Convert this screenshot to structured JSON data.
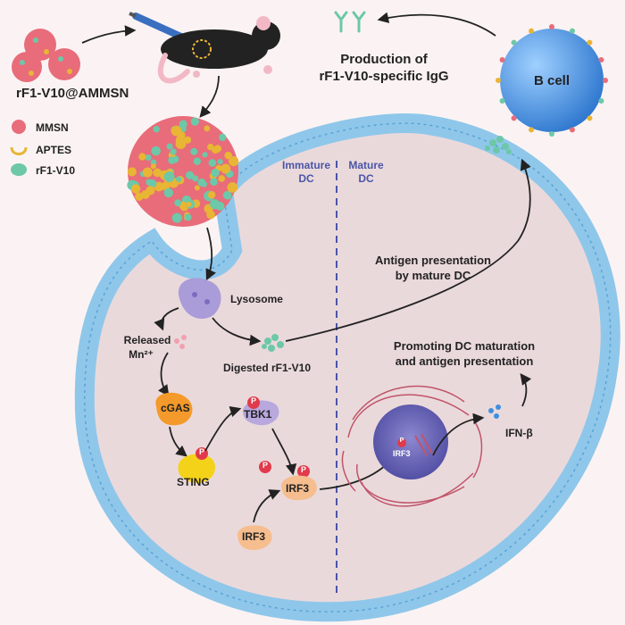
{
  "colors": {
    "background": "#fbf3f3",
    "cell_fill": "#ead9db",
    "membrane": "#8fc7ea",
    "mmsn": "#e86c7a",
    "aptes": "#e8b535",
    "rf1v10": "#6cc8a8",
    "b_cell": "#3f8fe0",
    "arrow": "#222222",
    "divider": "#4a55a8",
    "phospho": "#e23a4a"
  },
  "icons": [
    "syringe-icon",
    "mouse-icon",
    "nanoparticle-icon",
    "lysosome-icon",
    "b-cell-icon",
    "antibody-icon",
    "nucleus-icon",
    "phospho-icon"
  ],
  "text": {
    "nanoparticle_name": "rF1-V10@AMMSN",
    "igg_production": [
      "Production of",
      "rF1-V10-specific IgG"
    ],
    "b_cell": "B cell",
    "immature_dc": [
      "Immature",
      "DC"
    ],
    "mature_dc": [
      "Mature",
      "DC"
    ],
    "antigen_presentation": [
      "Antigen presentation",
      "by mature DC"
    ],
    "lysosome": "Lysosome",
    "released_mn": [
      "Released",
      "Mn²⁺"
    ],
    "digested": "Digested rF1-V10",
    "promoting": [
      "Promoting DC maturation",
      "and antigen presentation"
    ],
    "cgas": "cGAS",
    "sting": "STING",
    "tbk1": "TBK1",
    "irf3": "IRF3",
    "ifn": "IFN-β",
    "phospho": "P"
  },
  "legend": [
    {
      "label": "MMSN",
      "icon": "mmsn-dot-icon"
    },
    {
      "label": "APTES",
      "icon": "aptes-arc-icon"
    },
    {
      "label": "rF1-V10",
      "icon": "rf1-v10-blob-icon"
    }
  ]
}
